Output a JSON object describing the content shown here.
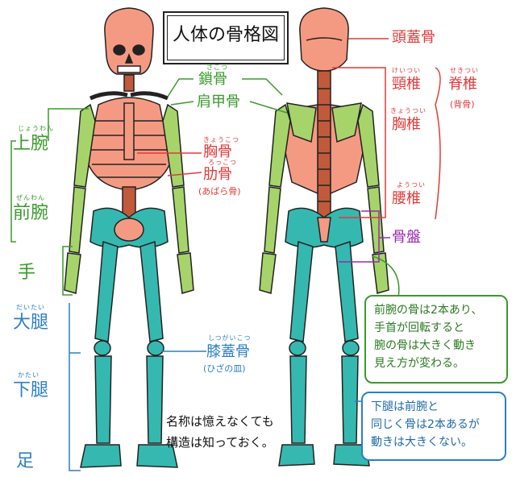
{
  "title": "人体の骨格図",
  "labels": {
    "clavicle": {
      "text": "鎖骨",
      "ruby": "さこつ"
    },
    "scapula": {
      "text": "肩甲骨"
    },
    "sternum": {
      "text": "胸骨",
      "ruby": "きょうこつ"
    },
    "ribs": {
      "text": "肋骨",
      "ruby": "ろっこつ",
      "note": "(あばら骨)"
    },
    "patella": {
      "text": "膝蓋骨",
      "ruby": "しつがいこつ",
      "note": "(ひざの皿)"
    },
    "skull": {
      "text": "頭蓋骨"
    },
    "cervical": {
      "text": "頸椎",
      "ruby": "けいつい"
    },
    "thoracic": {
      "text": "胸椎",
      "ruby": "きょうつい"
    },
    "lumbar": {
      "text": "腰椎",
      "ruby": "ようつい"
    },
    "spine": {
      "text": "脊椎",
      "ruby": "せきつい",
      "note": "(背骨)"
    },
    "pelvis": {
      "text": "骨盤"
    },
    "upper_arm": {
      "text": "上腕",
      "ruby": "じょうわん"
    },
    "forearm": {
      "text": "前腕",
      "ruby": "ぜんわん"
    },
    "hand": {
      "text": "手"
    },
    "thigh": {
      "text": "大腿",
      "ruby": "だいたい"
    },
    "lower_leg": {
      "text": "下腿",
      "ruby": "かたい"
    },
    "foot": {
      "text": "足"
    }
  },
  "notes": {
    "forearm_note": [
      "前腕の骨は2本あり、",
      "手首が回転すると",
      "腕の骨は大きく動き",
      "見え方が変わる。"
    ],
    "lower_leg_note": [
      "下腿は前腕と",
      "同じく骨は2本あるが",
      "動きは大きくない。"
    ],
    "bottom_note": [
      "名称は憶えなくても",
      "構造は知っておく。"
    ]
  },
  "colors": {
    "skull_torso": "#f59a82",
    "arms": "#a6d46a",
    "legs": "#35b8b0",
    "spine": "#c15a3a",
    "green_text": "#3a9a2c",
    "blue_text": "#2c7fc4",
    "red_text": "#e23a3a",
    "purple_text": "#9a2ab0"
  }
}
